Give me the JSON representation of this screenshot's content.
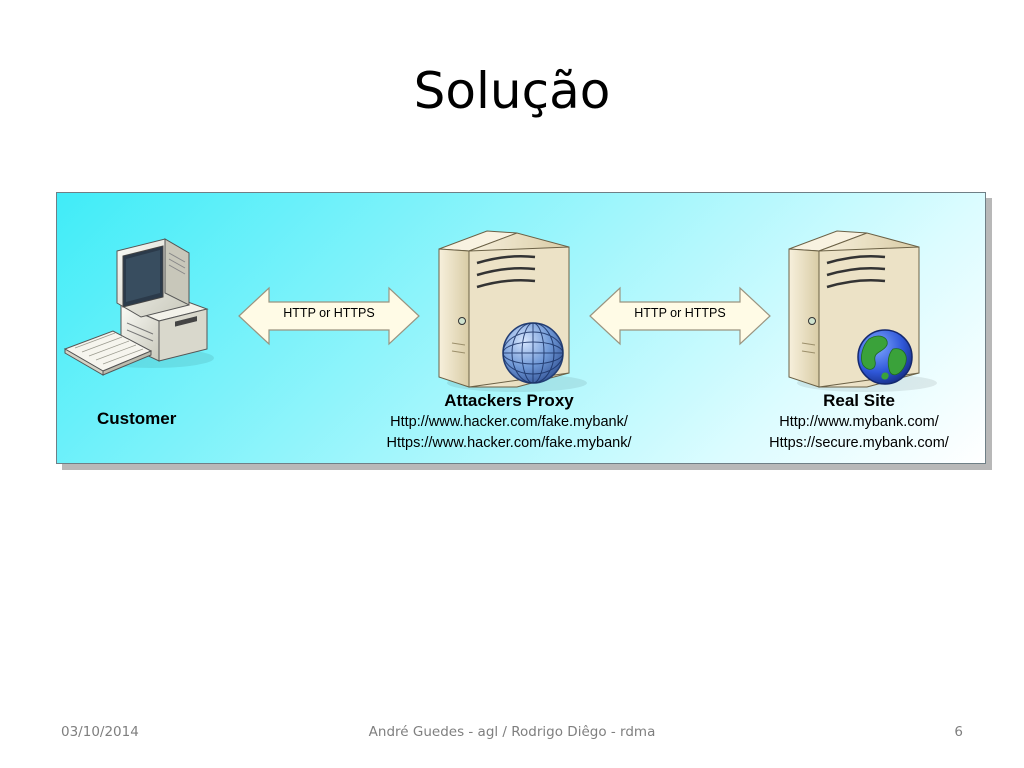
{
  "slide": {
    "title": "Solução"
  },
  "diagram": {
    "customer": {
      "title": "Customer"
    },
    "proxy": {
      "title": "Attackers Proxy",
      "url_http": "Http://www.hacker.com/fake.mybank/",
      "url_https": "Https://www.hacker.com/fake.mybank/"
    },
    "real_site": {
      "title": "Real Site",
      "url_http": "Http://www.mybank.com/",
      "url_https": "Https://secure.mybank.com/"
    },
    "arrows": [
      {
        "label": "HTTP or HTTPS"
      },
      {
        "label": "HTTP or HTTPS"
      }
    ],
    "colors": {
      "panel_start": "#40ecf8",
      "panel_end": "#ffffff",
      "arrow_fill": "#fffbe6",
      "arrow_stroke": "#9a9480",
      "server_body": "#e9dfc2",
      "proxy_globe": "#5a86c7",
      "earth_water": "#2f57d8",
      "earth_land": "#3aa23a"
    },
    "icons": {
      "customer": "desktop-computer-icon",
      "proxy": "server-with-wireframe-globe-icon",
      "real_site": "server-with-earth-globe-icon"
    }
  },
  "footer": {
    "date": "03/10/2014",
    "authors": "André Guedes - agl / Rodrigo Diêgo - rdma",
    "page": "6"
  }
}
